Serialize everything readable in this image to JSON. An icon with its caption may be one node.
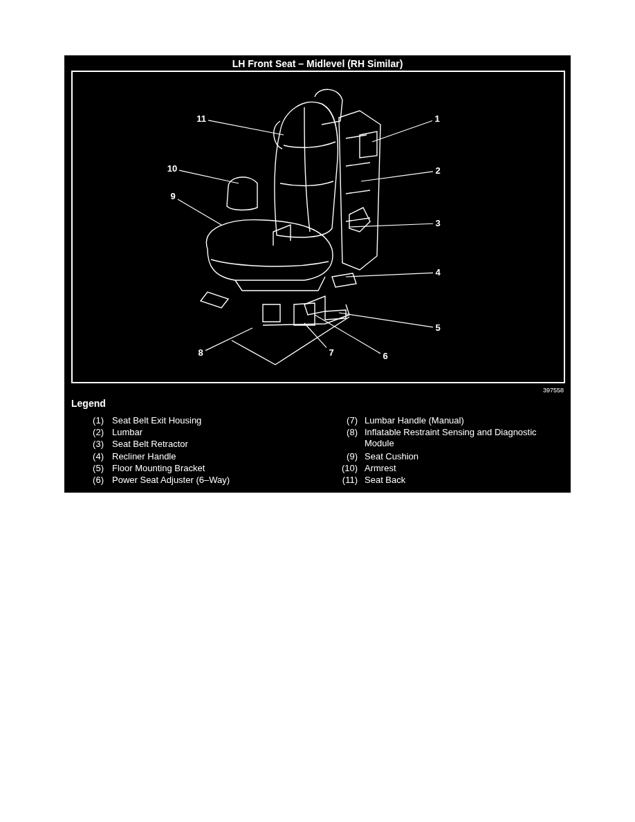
{
  "diagram": {
    "title": "LH Front Seat – Midlevel (RH Similar)",
    "nodes": [
      {
        "text": [
          "1"
        ]
      },
      {
        "text": [
          "2"
        ]
      },
      {
        "text": [
          "3"
        ]
      },
      {
        "text": [
          "4"
        ]
      },
      {
        "text": [
          "5"
        ]
      },
      {
        "text": [
          "6"
        ]
      },
      {
        "text": [
          "7"
        ]
      },
      {
        "text": [
          "8"
        ]
      },
      {
        "text": [
          "9"
        ]
      },
      {
        "text": [
          "10"
        ]
      },
      {
        "text": [
          "11"
        ]
      }
    ],
    "edges": [
      {
        "from": 0,
        "to": null,
        "arrow": "none"
      },
      {
        "from": 1,
        "to": null,
        "arrow": "none"
      },
      {
        "from": 2,
        "to": null,
        "arrow": "none"
      },
      {
        "from": 3,
        "to": null,
        "arrow": "none"
      },
      {
        "from": 4,
        "to": null,
        "arrow": "none"
      },
      {
        "from": 5,
        "to": null,
        "arrow": "none"
      },
      {
        "from": 6,
        "to": null,
        "arrow": "none"
      },
      {
        "from": 7,
        "to": null,
        "arrow": "none"
      },
      {
        "from": 8,
        "to": null,
        "arrow": "none"
      },
      {
        "from": 9,
        "to": null,
        "arrow": "none"
      },
      {
        "from": 10,
        "to": null,
        "arrow": "none"
      }
    ],
    "labels": [
      "397558",
      "Legend",
      "(1)",
      "Seat Belt Exit Housing",
      "(7)",
      "Lumbar Handle (Manual)",
      "(2)",
      "Lumbar",
      "(8)",
      "Inflatable Restraint Sensing and Diagnostic Module",
      "(3)",
      "Seat Belt Retractor",
      "(4)",
      "Recliner Handle",
      "(9)",
      "Seat Cushion",
      "(5)",
      "Floor Mounting Bracket",
      "(10)",
      "Armrest",
      "(6)",
      "Power Seat Adjuster (6–Way)",
      "(11)",
      "Seat Back"
    ]
  }
}
